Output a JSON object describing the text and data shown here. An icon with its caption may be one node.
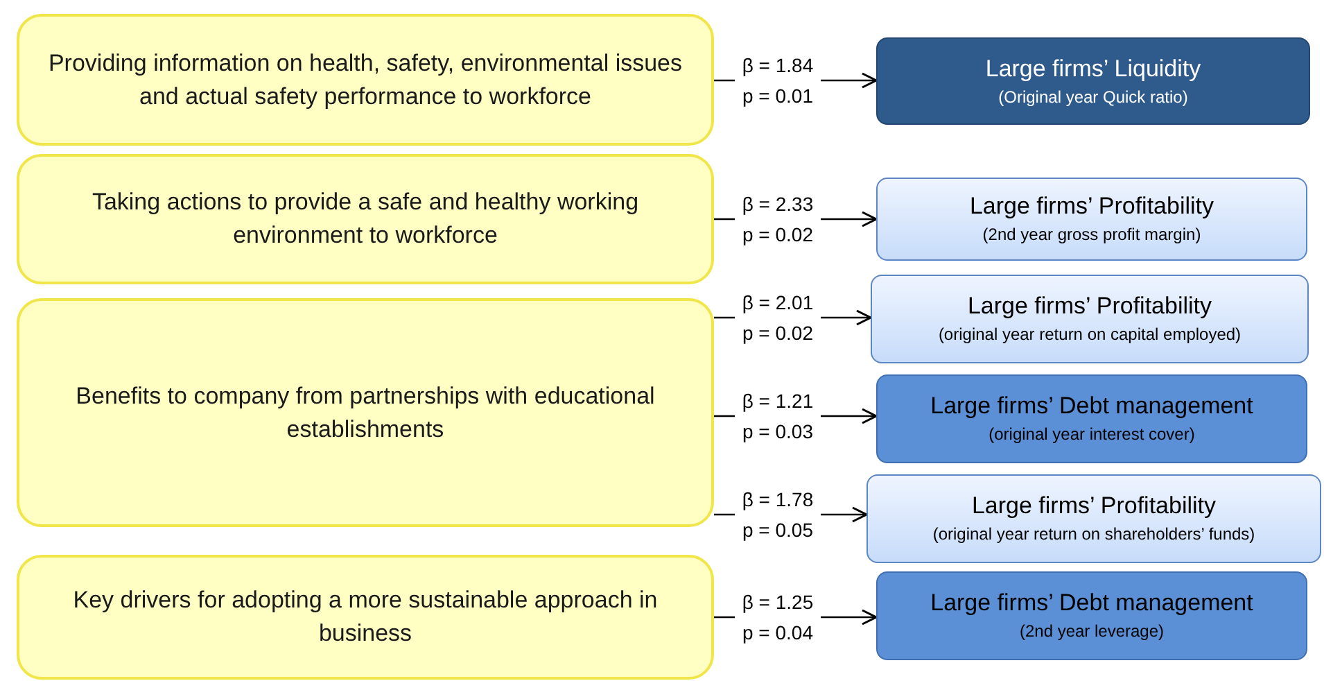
{
  "diagram": {
    "nodes": [
      {
        "text": [
          "Providing information on health, safety, environmental issues and actual safety performance to workforce"
        ]
      },
      {
        "text": [
          "Taking actions to provide a safe and healthy working environment to workforce"
        ]
      },
      {
        "text": [
          "Benefits to company from partnerships with educational establishments"
        ]
      },
      {
        "text": [
          "Key drivers for adopting a more sustainable approach in business"
        ]
      },
      {
        "text": [
          "Large firms’ Liquidity",
          "(Original year Quick ratio)"
        ]
      },
      {
        "text": [
          "Large firms’ Profitability",
          "(2nd year gross profit margin)"
        ]
      },
      {
        "text": [
          "Large firms’ Profitability",
          "(original year return on capital employed)"
        ]
      },
      {
        "text": [
          "Large firms’ Debt management",
          "(original year interest cover)"
        ]
      },
      {
        "text": [
          "Large firms’ Profitability",
          "(original year return on shareholders’ funds)"
        ]
      },
      {
        "text": [
          "Large firms’ Debt management",
          "(2nd year leverage)"
        ]
      }
    ],
    "edges": [
      {
        "from": 0,
        "to": 4,
        "arrow": "to",
        "label": "β = 1.84 p = 0.01"
      },
      {
        "from": 1,
        "to": 5,
        "arrow": "to",
        "label": "β = 2.33 p = 0.02"
      },
      {
        "from": 2,
        "to": 6,
        "arrow": "to",
        "label": "β = 2.01 p = 0.02"
      },
      {
        "from": 2,
        "to": 7,
        "arrow": "to",
        "label": "β = 1.21 p = 0.03"
      },
      {
        "from": 2,
        "to": 8,
        "arrow": "to",
        "label": "β = 1.78 p = 0.05"
      },
      {
        "from": 3,
        "to": 9,
        "arrow": "to",
        "label": "β = 1.25 p = 0.04"
      }
    ]
  }
}
